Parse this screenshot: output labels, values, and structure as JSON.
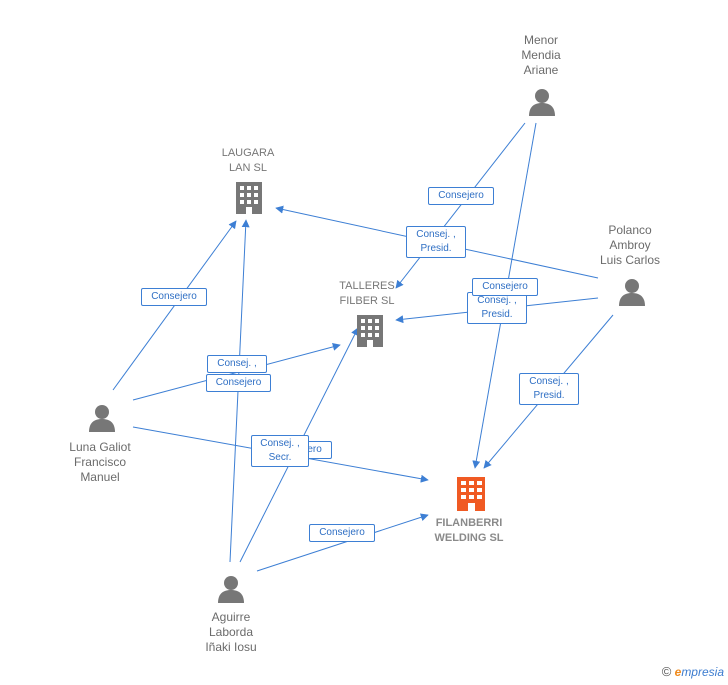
{
  "colors": {
    "edge": "#3d7fd4",
    "person_icon": "#777777",
    "company_icon": "#777777",
    "focus_company": "#f05a23"
  },
  "nodes": {
    "menor": {
      "label": "Menor\nMendia\nAriane",
      "type": "person"
    },
    "laugara": {
      "label": "LAUGARA\nLAN  SL",
      "type": "company"
    },
    "polanco": {
      "label": "Polanco\nAmbroy\nLuis Carlos",
      "type": "person"
    },
    "talleres": {
      "label": "TALLERES\nFILBER SL",
      "type": "company"
    },
    "luna": {
      "label": "Luna Galiot\nFrancisco\nManuel",
      "type": "person"
    },
    "filanberri": {
      "label": "FILANBERRI\nWELDING  SL",
      "type": "focus-company"
    },
    "aguirre": {
      "label": "Aguirre\nLaborda\nIñaki Iosu",
      "type": "person"
    }
  },
  "edge_labels": {
    "menor_talleres": "Consejero",
    "polanco_laugara": "Consej. ,\nPresid.",
    "polanco_talleres_1": "Consejero",
    "polanco_talleres_2": "Consej. ,\nPresid.",
    "polanco_filanberri": "Consej. ,\nPresid.",
    "luna_laugara": "Consejero",
    "luna_talleres_1": "Consej. ,",
    "luna_talleres_2": "Consejero",
    "luna_filanberri": "Consejero",
    "aguirre_talleres": "Consej. ,\nSecr.",
    "aguirre_filanberri": "Consejero"
  },
  "brand": {
    "copyright": "©",
    "e": "e",
    "rest": "mpresia"
  }
}
